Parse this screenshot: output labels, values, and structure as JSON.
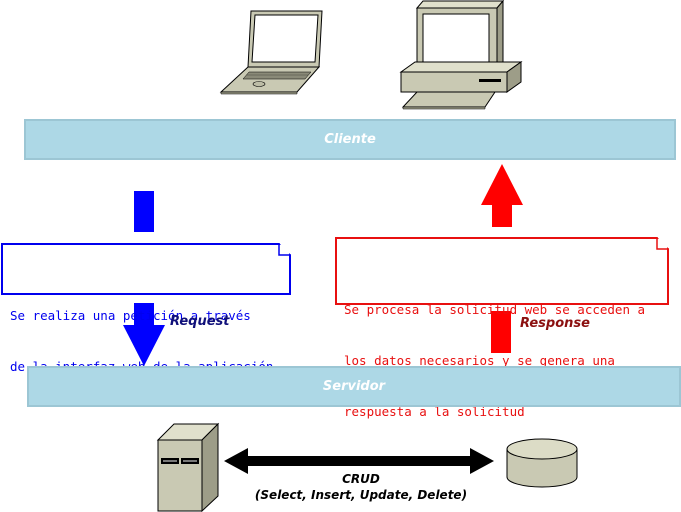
{
  "client_bar": {
    "label": "Cliente"
  },
  "server_bar": {
    "label": "Servidor"
  },
  "request": {
    "label": "Request",
    "note_lines": [
      "Se realiza una petición a través",
      "de la interfaz web de la aplicación"
    ]
  },
  "response": {
    "label": "Response",
    "note_lines": [
      "Se procesa la solicitud web se acceden a",
      "los datos necesarios y se genera una",
      "respuesta a la solicitud"
    ]
  },
  "crud": {
    "title": "CRUD",
    "operations": "(Select, Insert, Update, Delete)"
  },
  "icons": [
    "laptop-icon",
    "desktop-computer-icon",
    "server-icon",
    "database-icon"
  ],
  "colors": {
    "bar": "#add8e6",
    "request": "#0000ee",
    "response": "#ff0000",
    "device_body": "#c8c8b4"
  }
}
